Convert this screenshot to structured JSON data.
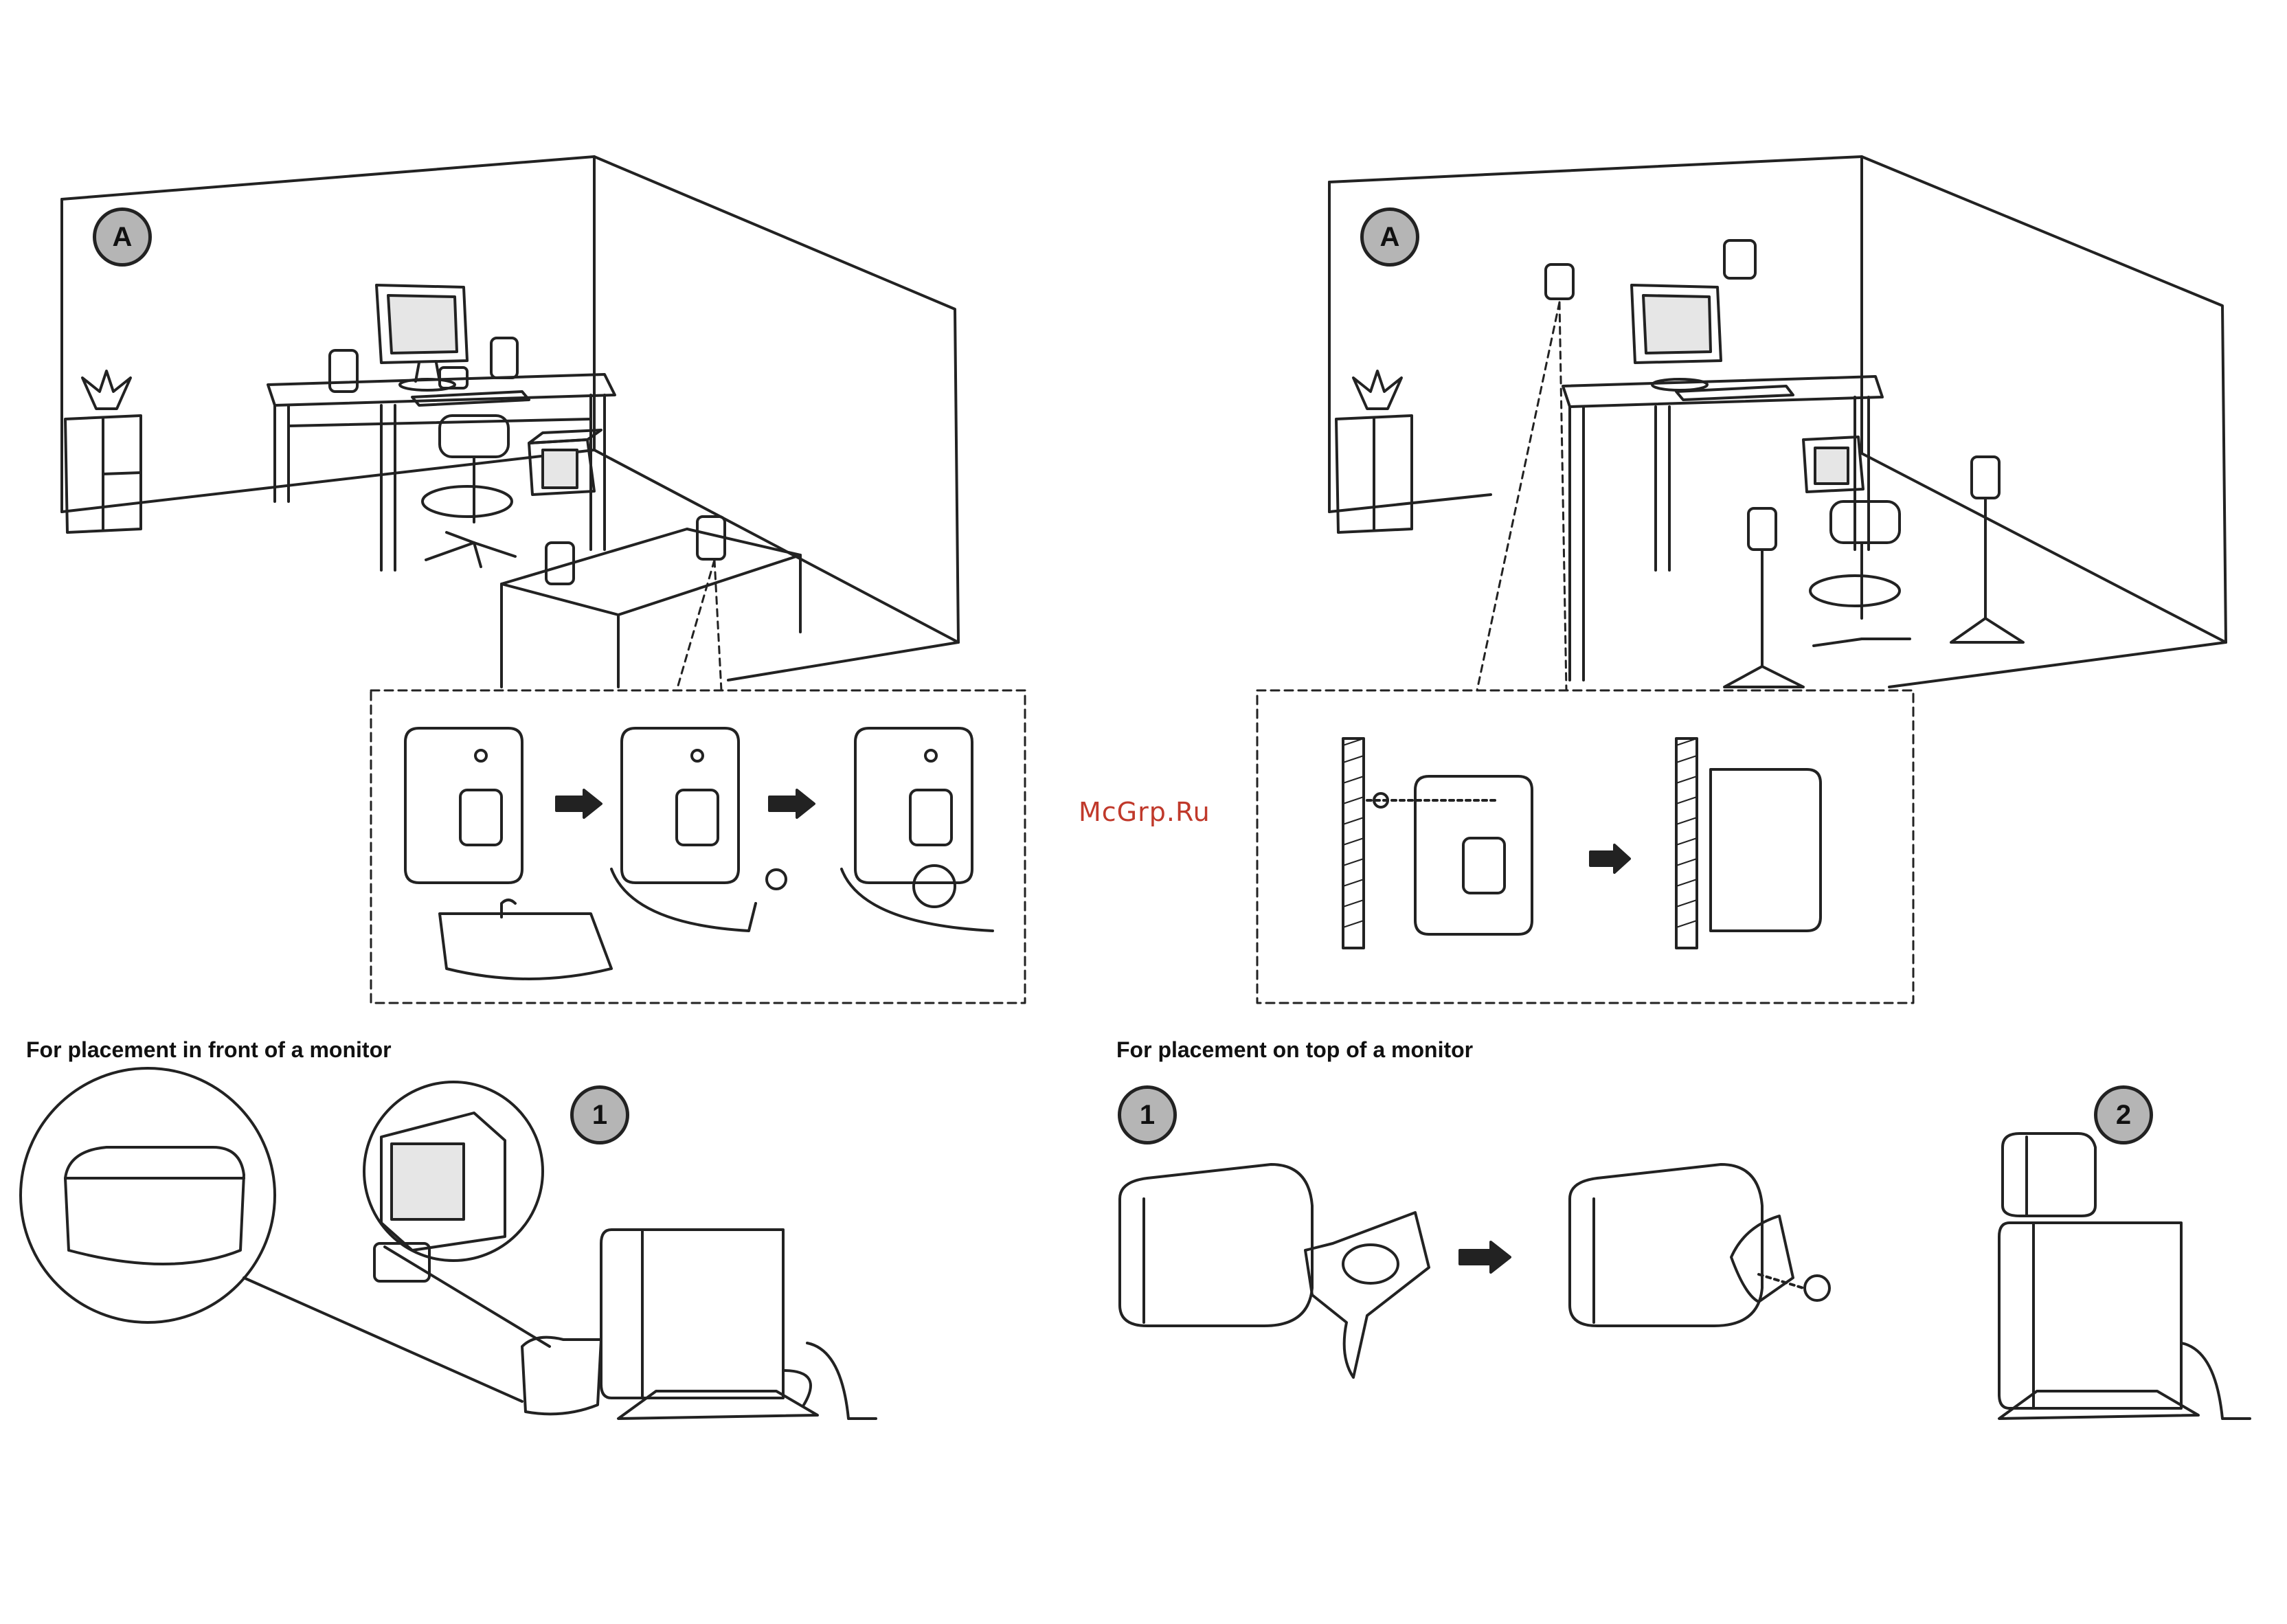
{
  "watermark": "McGrp.Ru",
  "panels": {
    "left_room": {
      "badge": "A"
    },
    "right_room": {
      "badge": "A"
    }
  },
  "captions": {
    "front_of_monitor": "For placement in front of a monitor",
    "top_of_monitor": "For placement on top of a monitor"
  },
  "steps": {
    "front_step1": "1",
    "top_step1": "1",
    "top_step2": "2"
  },
  "colors": {
    "line": "#222222",
    "badge_fill": "#b5b5b5",
    "watermark": "#c0392b"
  }
}
